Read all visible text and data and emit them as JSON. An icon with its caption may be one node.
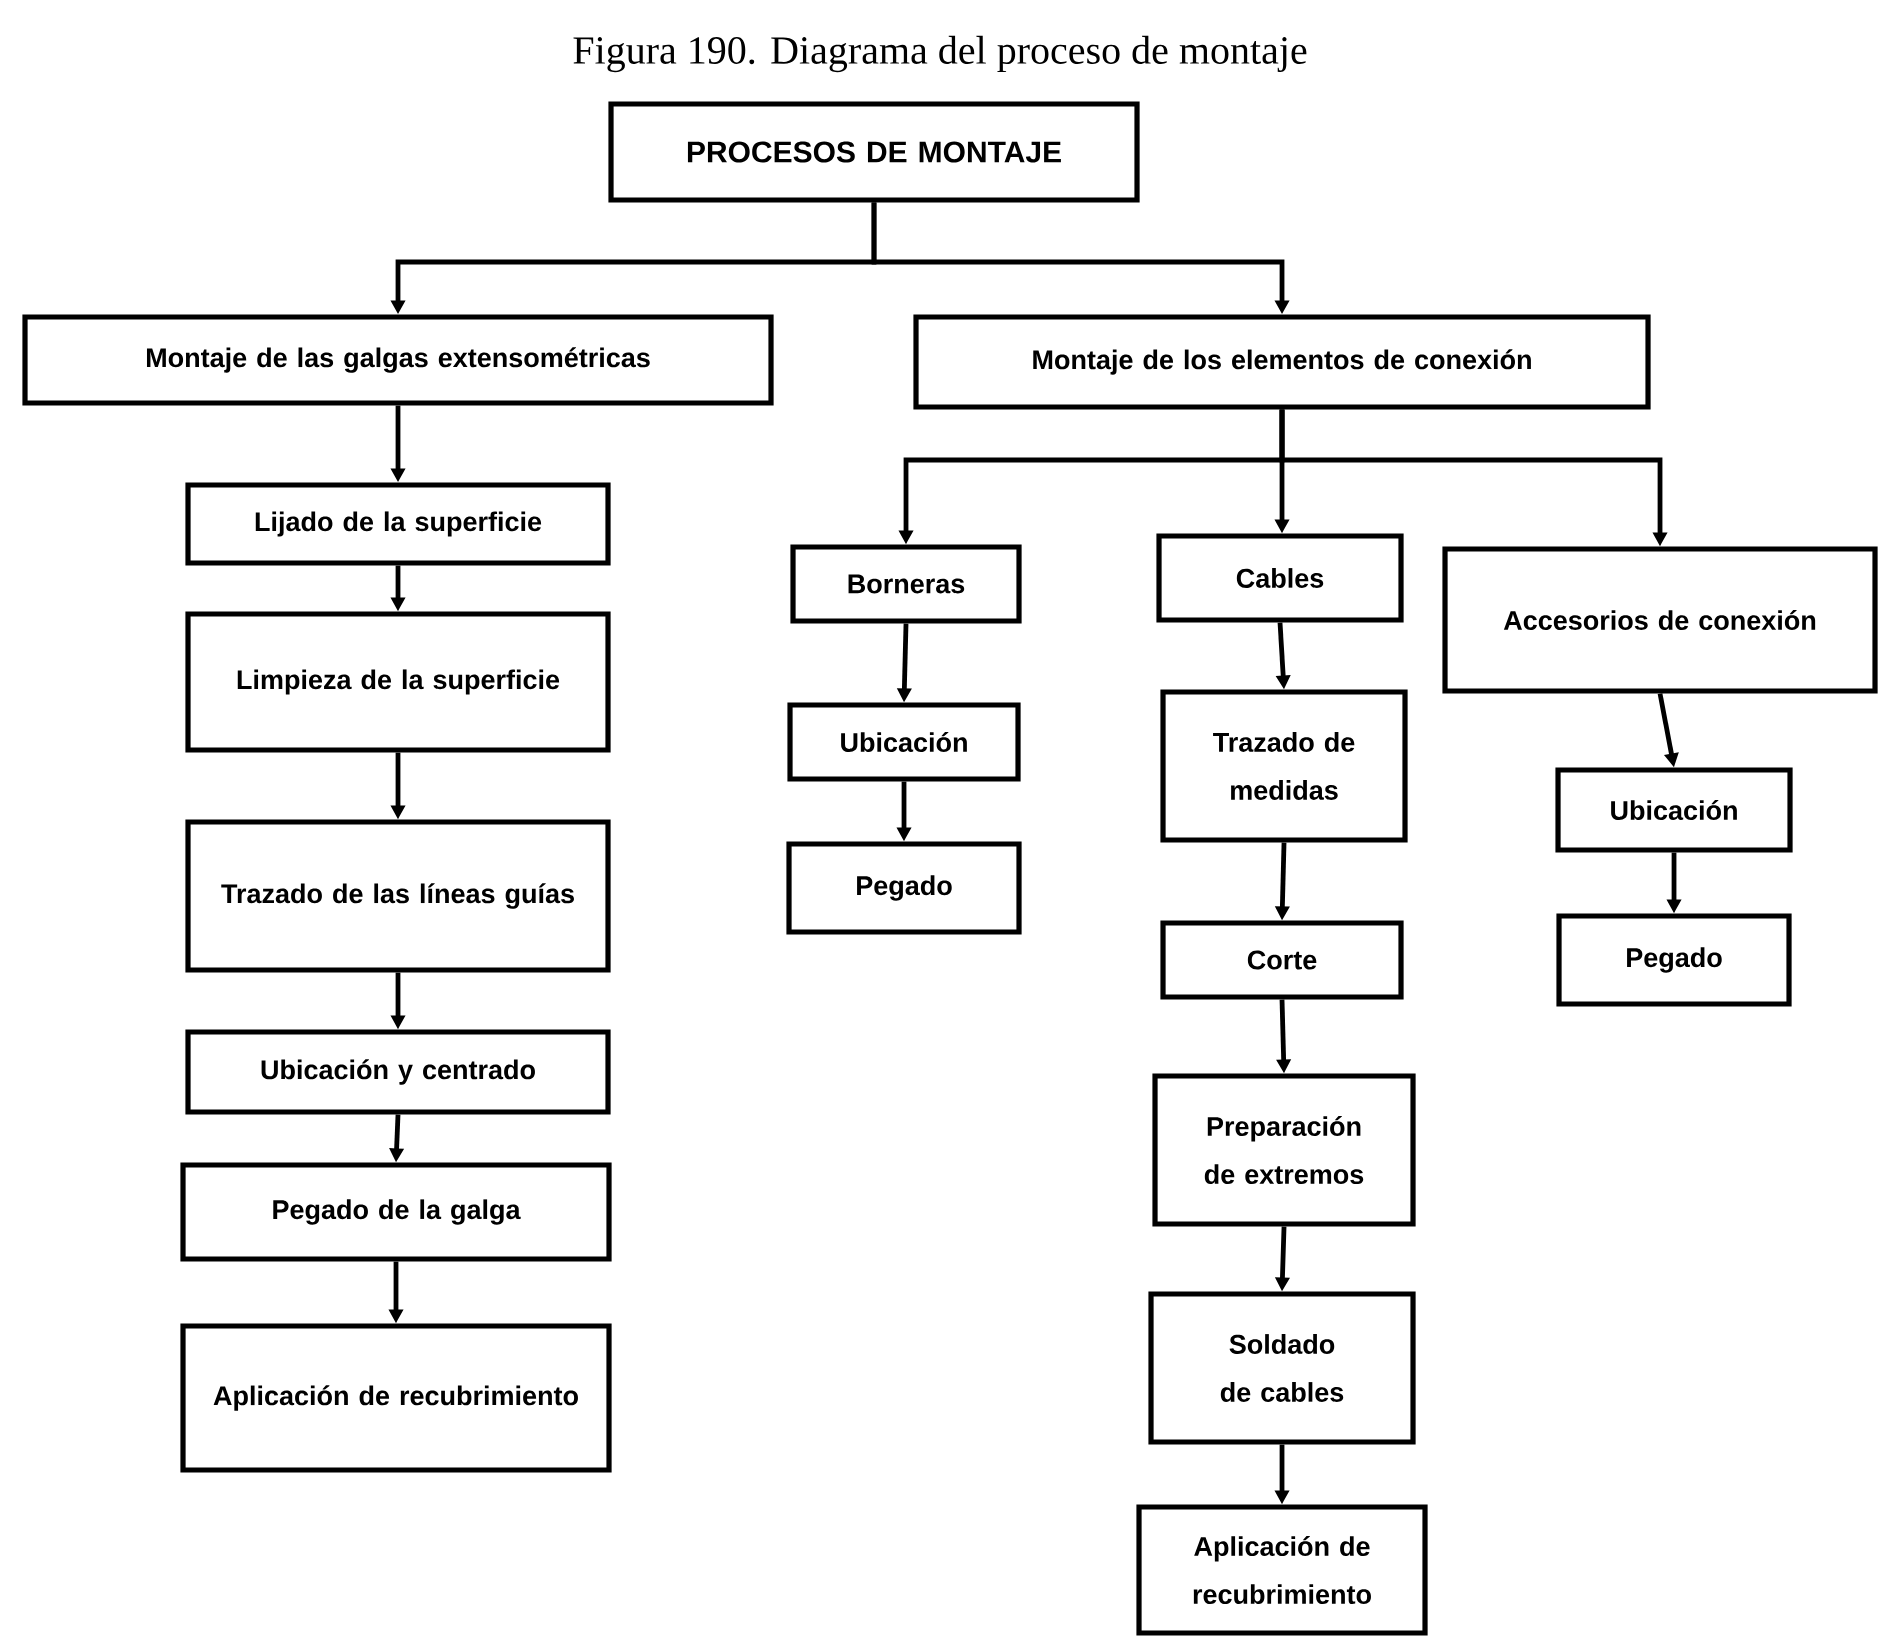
{
  "diagram": {
    "caption": "Figura 190. Diagrama del proceso de montaje",
    "nodes": [
      {
        "text": [
          "PROCESOS DE MONTAJE"
        ]
      },
      {
        "text": [
          "Montaje de las galgas extensométricas"
        ]
      },
      {
        "text": [
          "Montaje de los elementos de conexión"
        ]
      },
      {
        "text": [
          "Lijado de la superficie"
        ]
      },
      {
        "text": [
          "Limpieza de la superficie"
        ]
      },
      {
        "text": [
          "Trazado de las líneas guías"
        ]
      },
      {
        "text": [
          "Ubicación y centrado"
        ]
      },
      {
        "text": [
          "Pegado de la galga"
        ]
      },
      {
        "text": [
          "Aplicación de recubrimiento"
        ]
      },
      {
        "text": [
          "Borneras"
        ]
      },
      {
        "text": [
          "Ubicación"
        ]
      },
      {
        "text": [
          "Pegado"
        ]
      },
      {
        "text": [
          "Cables"
        ]
      },
      {
        "text": [
          "Trazado de medidas"
        ]
      },
      {
        "text": [
          "Corte"
        ]
      },
      {
        "text": [
          "Preparación de extremos"
        ]
      },
      {
        "text": [
          "Soldado de cables"
        ]
      },
      {
        "text": [
          "Aplicación de recubrimiento"
        ]
      },
      {
        "text": [
          "Accesorios de conexión"
        ]
      },
      {
        "text": [
          "Ubicación"
        ]
      },
      {
        "text": [
          "Pegado"
        ]
      }
    ],
    "edges": [
      {
        "from": 0,
        "to": 1,
        "arrow": "to"
      },
      {
        "from": 0,
        "to": 2,
        "arrow": "to"
      },
      {
        "from": 1,
        "to": 3,
        "arrow": "to"
      },
      {
        "from": 3,
        "to": 4,
        "arrow": "to"
      },
      {
        "from": 4,
        "to": 5,
        "arrow": "to"
      },
      {
        "from": 5,
        "to": 6,
        "arrow": "to"
      },
      {
        "from": 6,
        "to": 7,
        "arrow": "to"
      },
      {
        "from": 7,
        "to": 8,
        "arrow": "to"
      },
      {
        "from": 2,
        "to": 9,
        "arrow": "to"
      },
      {
        "from": 2,
        "to": 12,
        "arrow": "to"
      },
      {
        "from": 2,
        "to": 18,
        "arrow": "to"
      },
      {
        "from": 9,
        "to": 10,
        "arrow": "to"
      },
      {
        "from": 10,
        "to": 11,
        "arrow": "to"
      },
      {
        "from": 12,
        "to": 13,
        "arrow": "to"
      },
      {
        "from": 13,
        "to": 14,
        "arrow": "to"
      },
      {
        "from": 14,
        "to": 15,
        "arrow": "to"
      },
      {
        "from": 15,
        "to": 16,
        "arrow": "to"
      },
      {
        "from": 16,
        "to": 17,
        "arrow": "to"
      },
      {
        "from": 18,
        "to": 19,
        "arrow": "to"
      },
      {
        "from": 19,
        "to": 20,
        "arrow": "to"
      }
    ]
  }
}
